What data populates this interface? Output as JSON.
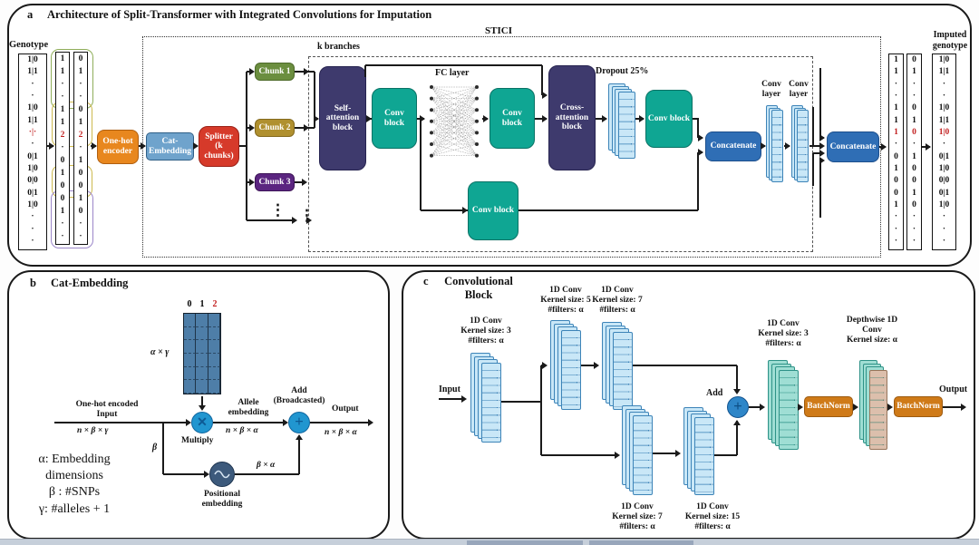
{
  "a": {
    "label": "a",
    "title": "Architecture of Split-Transformer with Integrated Convolutions for Imputation",
    "genotype_label": "Genotype",
    "genotype_col": [
      "1|0",
      "1|1",
      "·",
      "·",
      "1|0",
      "1|1",
      {
        "t": "·|·",
        "red": true
      },
      "·",
      "0|1",
      "1|0",
      "0|0",
      "0|1",
      "1|0",
      "·",
      "·",
      "·"
    ],
    "matrix_col1": [
      "1",
      "1",
      "·",
      "·",
      "1",
      "1",
      {
        "t": "2",
        "red": true
      },
      "·",
      "0",
      "1",
      "0",
      "0",
      "1",
      "·",
      "·"
    ],
    "matrix_col2": [
      "0",
      "1",
      "·",
      "·",
      "0",
      "1",
      {
        "t": "2",
        "red": true
      },
      "·",
      "1",
      "0",
      "0",
      "1",
      "0",
      "·",
      "·"
    ],
    "onehot_encoder": "One-hot encoder",
    "cat_embedding": "Cat-Embedding",
    "splitter": "Splitter (k chunks)",
    "stici": "STICI",
    "k_branches": "k branches",
    "chunk1": "Chunk 1",
    "chunk2": "Chunk 2",
    "chunk3": "Chunk 3",
    "vdots": "⋮",
    "self_attention": "Self-attention block",
    "conv_block": "Conv block",
    "fc_layer": "FC layer",
    "cross_attention": "Cross-attention block",
    "dropout": "Dropout 25%",
    "concatenate": "Concatenate",
    "conv_layer": "Conv layer",
    "out_col1": [
      "1",
      "1",
      "·",
      "·",
      "1",
      "1",
      {
        "t": "1",
        "red": true
      },
      "·",
      "0",
      "1",
      "0",
      "0",
      "1",
      "·",
      "·",
      "·"
    ],
    "out_col2": [
      "0",
      "1",
      "·",
      "·",
      "0",
      "1",
      {
        "t": "0",
        "red": true
      },
      "·",
      "1",
      "0",
      "0",
      "1",
      "0",
      "·",
      "·",
      "·"
    ],
    "imputed_label": "Imputed genotype",
    "imputed_col": [
      "1|0",
      "1|1",
      "·",
      "·",
      "1|0",
      "1|1",
      {
        "t": "1|0",
        "red": true
      },
      "·",
      "0|1",
      "1|0",
      "0|0",
      "0|1",
      "1|0",
      "·",
      "·",
      "·"
    ]
  },
  "b": {
    "label": "b",
    "title": "Cat-Embedding",
    "matrix_headers": [
      "0",
      "1",
      {
        "t": "2",
        "red": true
      }
    ],
    "alpha_gamma": "α × γ",
    "input_label": "One-hot encoded Input",
    "input_dim": "n × β × γ",
    "multiply": "Multiply",
    "beta": "β",
    "allele_label": "Allele embedding",
    "allele_dim": "n × β × α",
    "add_label": "Add (Broadcasted)",
    "beta_alpha": "β × α",
    "pos_label": "Positional embedding",
    "output_label": "Output",
    "output_dim": "n × β × α",
    "legend": [
      "α: Embedding dimensions",
      "β : #SNPs",
      "γ: #alleles + 1"
    ]
  },
  "c": {
    "label": "c",
    "title": "Convolutional Block",
    "input": "Input",
    "conv1": [
      "1D Conv",
      "Kernel size: 3",
      "#filters: α"
    ],
    "conv2": [
      "1D Conv",
      "Kernel size: 5",
      "#filters: α"
    ],
    "conv3": [
      "1D Conv",
      "Kernel size: 7",
      "#filters: α"
    ],
    "conv4": [
      "1D Conv",
      "Kernel size: 7",
      "#filters: α"
    ],
    "conv5": [
      "1D Conv",
      "Kernel size: 15",
      "#filters: α"
    ],
    "conv6": [
      "1D Conv",
      "Kernel size: 3",
      "#filters: α"
    ],
    "conv7": [
      "Depthwise 1D",
      "Conv",
      "Kernel size: α"
    ],
    "add": "Add",
    "batchnorm": "BatchNorm",
    "output": "Output"
  },
  "colors": {
    "orange": "#E8871E",
    "teal": "#0FA693",
    "indigo": "#3E3A6D",
    "concat_blue": "#2F6EB5",
    "cat_blue": "#6FA3CC",
    "splitter_red": "#D63A2A",
    "chunk_green": "#6B8E3F",
    "chunk_gold": "#B0902F",
    "chunk_purple": "#5B2580",
    "batchnorm_orange": "#CF7A18",
    "stack_blue": "#C9E7F7",
    "stack_teal": "#9FDED4",
    "value_red": "#c21f1f",
    "matrix_blue": "#4E7EA8"
  }
}
